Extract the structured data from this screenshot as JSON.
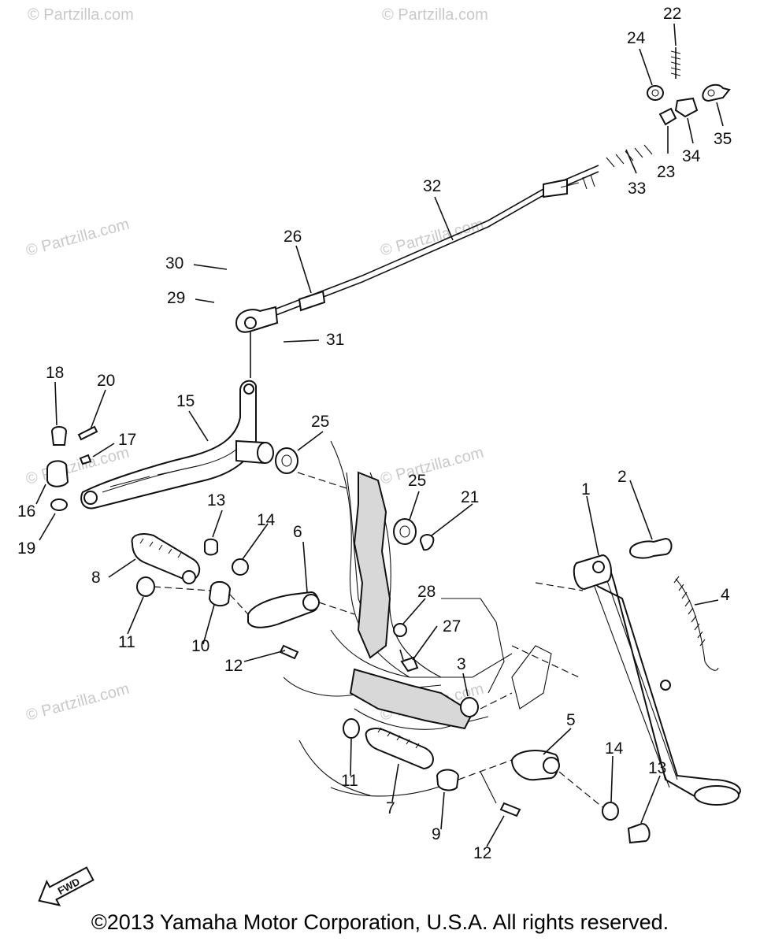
{
  "watermark": "© Partzilla.com",
  "copyright": "©2013 Yamaha Motor Corporation, U.S.A. All rights reserved.",
  "fwd_label": "FWD",
  "callouts": [
    {
      "id": "22",
      "label": "22"
    },
    {
      "id": "24",
      "label": "24"
    },
    {
      "id": "35",
      "label": "35"
    },
    {
      "id": "34",
      "label": "34"
    },
    {
      "id": "23",
      "label": "23"
    },
    {
      "id": "33",
      "label": "33"
    },
    {
      "id": "32",
      "label": "32"
    },
    {
      "id": "26",
      "label": "26"
    },
    {
      "id": "30",
      "label": "30"
    },
    {
      "id": "29",
      "label": "29"
    },
    {
      "id": "31",
      "label": "31"
    },
    {
      "id": "18",
      "label": "18"
    },
    {
      "id": "20",
      "label": "20"
    },
    {
      "id": "15",
      "label": "15"
    },
    {
      "id": "17",
      "label": "17"
    },
    {
      "id": "16",
      "label": "16"
    },
    {
      "id": "19",
      "label": "19"
    },
    {
      "id": "25a",
      "label": "25"
    },
    {
      "id": "25b",
      "label": "25"
    },
    {
      "id": "21",
      "label": "21"
    },
    {
      "id": "13a",
      "label": "13"
    },
    {
      "id": "14a",
      "label": "14"
    },
    {
      "id": "6",
      "label": "6"
    },
    {
      "id": "8",
      "label": "8"
    },
    {
      "id": "11a",
      "label": "11"
    },
    {
      "id": "10",
      "label": "10"
    },
    {
      "id": "12a",
      "label": "12"
    },
    {
      "id": "28",
      "label": "28"
    },
    {
      "id": "27",
      "label": "27"
    },
    {
      "id": "1",
      "label": "1"
    },
    {
      "id": "2",
      "label": "2"
    },
    {
      "id": "4",
      "label": "4"
    },
    {
      "id": "3",
      "label": "3"
    },
    {
      "id": "5",
      "label": "5"
    },
    {
      "id": "11b",
      "label": "11"
    },
    {
      "id": "7",
      "label": "7"
    },
    {
      "id": "9",
      "label": "9"
    },
    {
      "id": "12b",
      "label": "12"
    },
    {
      "id": "14b",
      "label": "14"
    },
    {
      "id": "13b",
      "label": "13"
    }
  ]
}
